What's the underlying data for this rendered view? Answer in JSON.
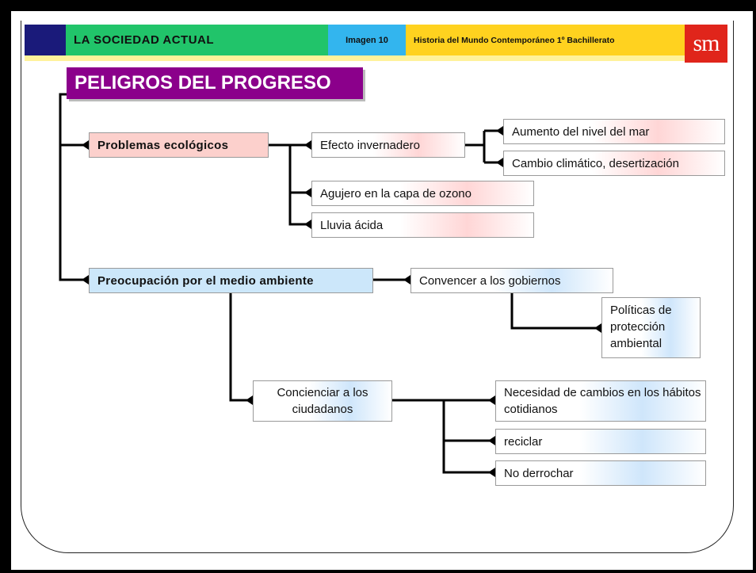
{
  "header": {
    "section": "LA SOCIEDAD ACTUAL",
    "image_label": "Imagen 10",
    "course": "Historia del Mundo Contemporáneo 1º Bachillerato",
    "logo": "sm"
  },
  "colors": {
    "navy": "#1a1a7a",
    "green": "#21c46a",
    "blue": "#33b5ee",
    "yellow": "#ffd21f",
    "logo_red": "#e0251b",
    "title_purple": "#8b008b"
  },
  "diagram": {
    "title": "PELIGROS DEL PROGRESO",
    "problemas": {
      "label": "Problemas ecológicos",
      "efecto": "Efecto invernadero",
      "aumento": "Aumento del nivel del mar",
      "cambio": "Cambio climático, desertización",
      "ozono": "Agujero en la capa de ozono",
      "lluvia": "Lluvia ácida"
    },
    "preocupacion": {
      "label": "Preocupación por el medio ambiente",
      "convencer": "Convencer a los gobiernos",
      "politicas": "Políticas de protección ambiental",
      "concienciar": "Concienciar a los ciudadanos",
      "necesidad": "Necesidad de cambios en los hábitos cotidianos",
      "reciclar": "reciclar",
      "derrochar": "No derrochar"
    }
  }
}
